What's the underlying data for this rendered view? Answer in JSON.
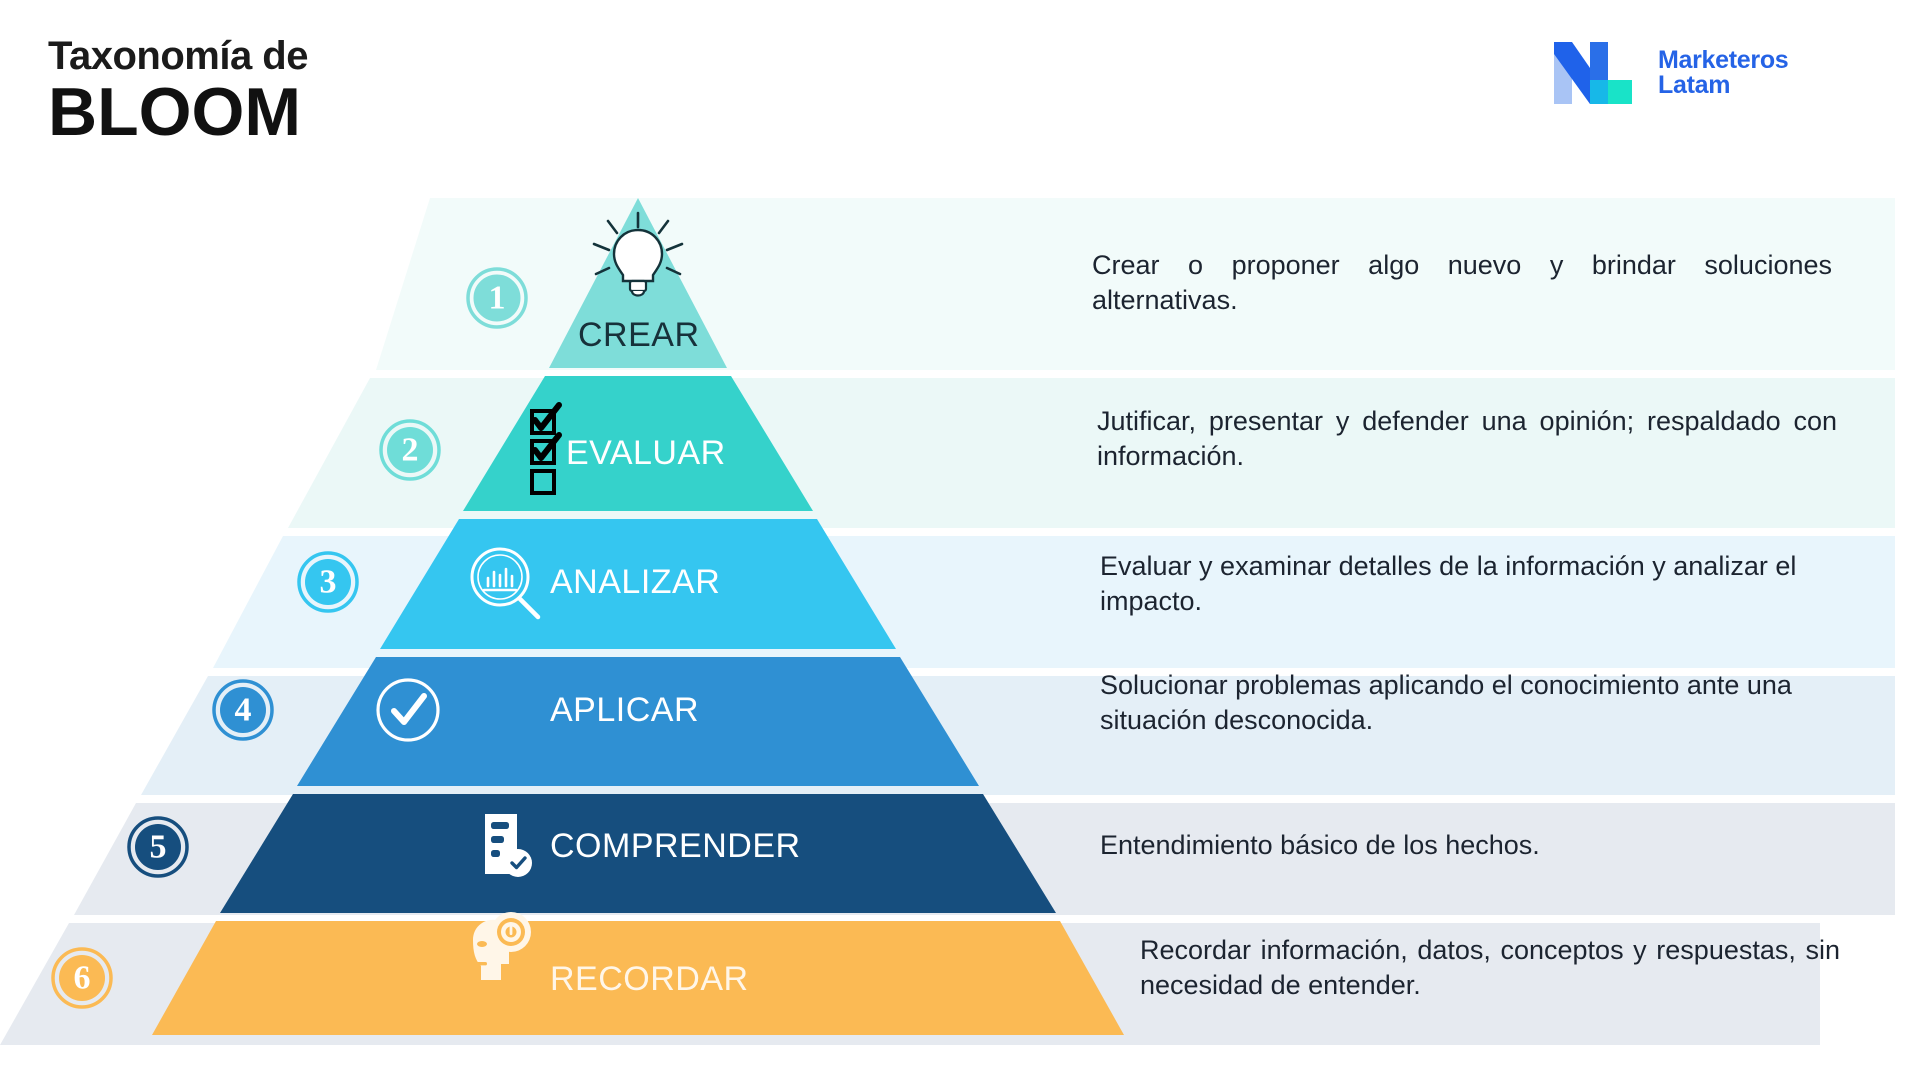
{
  "header": {
    "title_line1": "Taxonomía de",
    "title_line2": "BLOOM"
  },
  "logo": {
    "mark_name": "ml-monogram-logo",
    "word1": "Marketeros",
    "word2": "Latam",
    "colors": {
      "blue": "#2563e6",
      "light_blue": "#a9c4f5",
      "cyan": "#17b8e8",
      "teal": "#19e3c8"
    }
  },
  "pyramid": {
    "levels": [
      {
        "number": "1",
        "label": "CREAR",
        "icon": "lightbulb-icon",
        "description": "Crear o proponer algo nuevo y brindar soluciones alternativas.",
        "shape_color": "#7EDDD9",
        "band_color": "#F2FBFA",
        "label_color": "#17313a",
        "badge_color": "#7EDDD9",
        "justified": true
      },
      {
        "number": "2",
        "label": "EVALUAR",
        "icon": "checklist-icon",
        "description": "Jutificar, presentar y defender una opinión; respaldado con información.",
        "shape_color": "#35D2CB",
        "band_color": "#EBF8F7",
        "label_color": "#ffffff",
        "badge_color": "#6FDDD8",
        "justified": true
      },
      {
        "number": "3",
        "label": "ANALIZAR",
        "icon": "magnifier-chart-icon",
        "description": "Evaluar y examinar detalles de la información y analizar el impacto.",
        "shape_color": "#35C6F0",
        "band_color": "#E8F5FC",
        "label_color": "#ffffff",
        "badge_color": "#35C6F0",
        "justified": false
      },
      {
        "number": "4",
        "label": "APLICAR",
        "icon": "check-circle-icon",
        "description": "Solucionar problemas aplicando el conocimiento ante una situación desconocida.",
        "shape_color": "#2F90D3",
        "band_color": "#E4EFF7",
        "label_color": "#ffffff",
        "badge_color": "#2F90D3",
        "justified": false
      },
      {
        "number": "5",
        "label": "COMPRENDER",
        "icon": "document-check-icon",
        "description": "Entendimiento básico de los hechos.",
        "shape_color": "#164E7E",
        "band_color": "#E6EAF0",
        "label_color": "#ffffff",
        "badge_color": "#164E7E",
        "justified": false
      },
      {
        "number": "6",
        "label": "RECORDAR",
        "icon": "head-memory-icon",
        "description": "Recordar información, datos, conceptos y respuestas, sin necesidad de entender.",
        "shape_color": "#FBBA54",
        "band_color": "#E6EAF0",
        "label_color": "#FFF6E8",
        "badge_color": "#FBBA54",
        "justified": true
      }
    ]
  }
}
